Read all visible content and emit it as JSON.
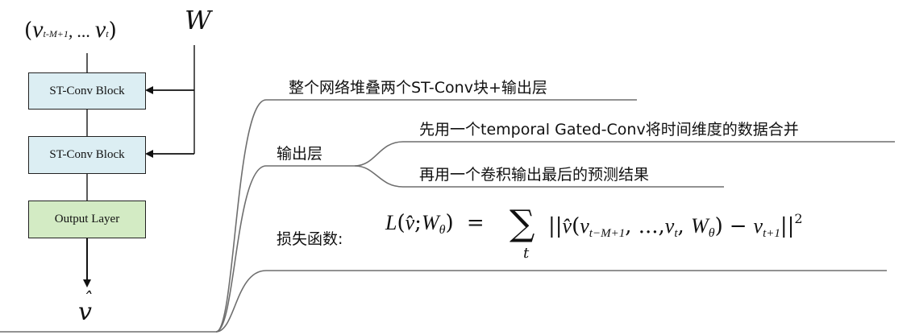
{
  "diagram": {
    "input_label": {
      "open": "(",
      "v1": "v",
      "sub1": "t-M+1",
      "comma_dots": ", ... ",
      "v2": "v",
      "sub2": "t",
      "close": ")"
    },
    "weight_label": "W",
    "blocks": [
      "ST-Conv Block",
      "ST-Conv Block",
      "Output Layer"
    ],
    "output_symbol": "v",
    "output_hat": "ˆ"
  },
  "mindmap": {
    "branch_1": "整个网络堆叠两个ST-Conv块+输出层",
    "branch_2": "输出层",
    "branch_2_children": [
      "先用一个temporal Gated-Conv将时间维度的数据合并",
      "再用一个卷积输出最后的预测结果"
    ],
    "branch_3": "损失函数:",
    "formula": {
      "L": "L",
      "vhat": "v̂",
      "w": "W",
      "theta": "θ",
      "eq": "=",
      "sum": "∑",
      "t": "t",
      "norm_open": "||",
      "vhat2": "v̂",
      "v": "v",
      "sub_a": "t−M+1",
      "dots": "...,",
      "sub_b": "t",
      "minus": "−",
      "sub_c": "t+1",
      "norm_close": "||",
      "sq": "2"
    }
  }
}
